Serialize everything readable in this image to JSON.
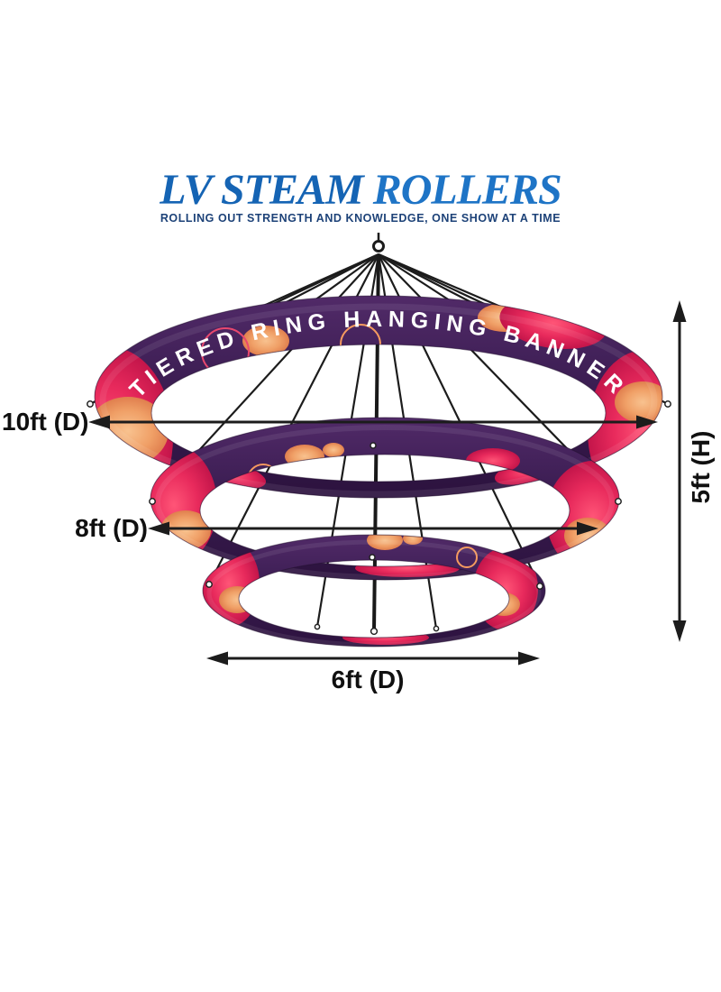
{
  "brand": {
    "name_part1": "LV STEAM",
    "name_part2": " ROLLERS",
    "tagline": "ROLLING OUT STRENGTH AND KNOWLEDGE, ONE SHOW AT A TIME",
    "colors": {
      "name_blue_1": "#1564b4",
      "name_blue_2": "#1e74c6",
      "tagline_navy": "#1d4278"
    }
  },
  "product": {
    "name": "Tiered Ring Hanging Banner",
    "banner_text": "TIERED RING HANGING BANNER",
    "tiers": 3,
    "colors": {
      "fabric_purple": "#3b1d52",
      "blob_crimson": "#e82a5c",
      "blob_peach": "#f0a067",
      "rigging_black": "#1c1c1c",
      "banner_text_white": "#ffffff"
    }
  },
  "dimensions": {
    "top_ring": {
      "label": "10ft (D)"
    },
    "middle_ring": {
      "label": "8ft (D)"
    },
    "bottom_ring": {
      "label": "6ft (D)"
    },
    "height": {
      "label": "5ft (H)"
    }
  }
}
